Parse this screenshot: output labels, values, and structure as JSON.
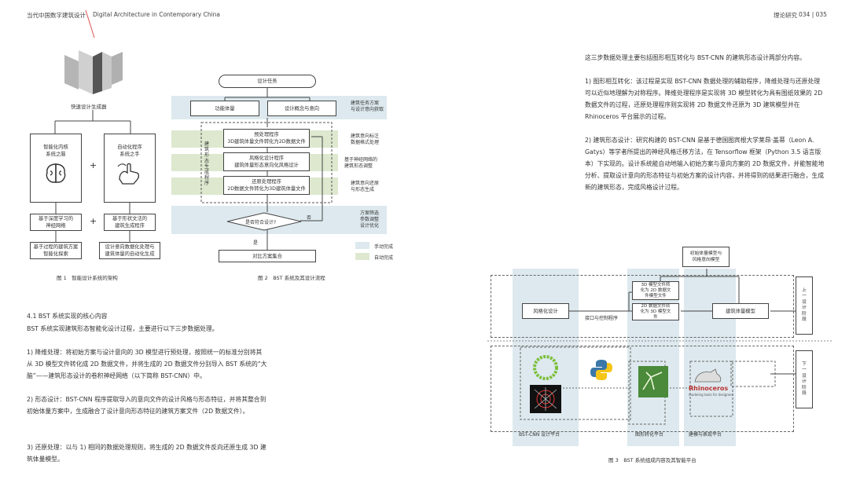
{
  "header": {
    "left_cn": "当代中国数字建筑设计",
    "left_en": "Digital Architecture in Contemporary China",
    "section": "理论研究",
    "page": "034 | 035"
  },
  "fig1": {
    "top_label": "快速设计生成器",
    "box1": "智能化内核\n系统之脑",
    "box2": "自动化程序\n系统之手",
    "box3": "基于深度学习的\n神经网络",
    "box4": "基于形状文法的\n建筑生成程序",
    "box5": "基于过程的建筑方案\n智能化探索",
    "box6": "设计意向数据化处理与\n建筑体量的自动化生成",
    "plus": "+",
    "caption": "图 1　智能设计系统的架构"
  },
  "fig2": {
    "start": "设计任务",
    "b_func": "功能体量",
    "b_concept": "设计概念与意向",
    "pre": "预处理程序\n3D建筑体量文件转化为2D数据文件",
    "style": "风格化设计程序\n建筑体量形态意向化风格设计",
    "post": "还原处理程序\n2D数据文件转化为3D建筑体量文件",
    "vertical": "建\n筑\n形\n态\n生\n成\n程\n序",
    "decision": "是否符合设计?",
    "no": "否",
    "yes": "是",
    "end": "对比方案集合",
    "side1": "建筑任务方案\n与设计意向获取",
    "side2": "建筑意向标注\n数据格式处理",
    "side3": "基于神经网络的\n建筑形态调整",
    "side4": "建筑意向还原\n与形态生成",
    "side5": "方案筛选\n参数调整\n设计优化",
    "legend_manual": "手动完成",
    "legend_auto": "自动完成",
    "caption": "图 2　BST 系统及其设计流程"
  },
  "left_text": {
    "heading": "4.1 BST 系统实现的核心内容",
    "intro": "BST 系统实现建筑形态智能化设计过程，主要进行以下三步数据处理。",
    "p1": "1) 降维处理：将初始方案与设计意向的 3D 模型进行预处理，按照统一的标准分别将其从 3D 模型文件转化成 2D 数据文件，并将生成的 2D 数据文件分别导入 BST 系统的“大脑”——建筑形态设计的卷积神经网络（以下简称 BST-CNN）中。",
    "p2": "2) 形态设计：BST-CNN 程序提取导入的意向文件的设计风格与形态特征，并将其整合到初始体量方案中，生成融合了设计意向形态特征的建筑方案文件（2D 数据文件）。",
    "p3": "3) 还原处理：以与 1) 相同的数据处理规则，将生成的 2D 数据文件反向还原生成 3D 建筑体量模型。"
  },
  "right_text": {
    "intro": "这三步数据处理主要包括图形相互转化与 BST-CNN 的建筑形态设计两部分内容。",
    "p1": "1) 图形相互转化：该过程是实现 BST-CNN 数据处理的辅助程序，降维处理与还原处理可以近似地理解为对称程序。降维处理程序是实现将 3D 模型转化为具有图纸效果的 2D 数据文件的过程，还原处理程序则实现将 2D 数据文件还原为 3D 建筑模型并在 Rhinoceros 平台展示的过程。",
    "p2": "2) 建筑形态设计：研究构建的 BST-CNN 是基于德国图宾根大学莱昂·盖蒂（Leon A. Gatys）等学者所提出的神经风格迁移方法，在 Tensorflow 框架（Python 3.5 语言版本）下实现的。设计系统能自动地输入初始方案与意向方案的 2D 数据文件，并能智能地分析、提取设计意向的形态特征与初始方案的设计内容，并将得到的结果进行融合，生成新的建筑形态，完成风格设计过程。"
  },
  "fig3": {
    "init_model": "初始体量模型与\n风格意向模型",
    "convert_a": "3D 模型文件转\n化为 2D 数据文\n件模型文件",
    "convert_b": "2D 数据文件转\n化为 3D 模型文\n件",
    "style_design": "风格化设计",
    "io": "接口与控制程序",
    "gen_model": "建筑体量模型",
    "upper": "上\n一\n设\n计\n阶\n段",
    "lower": "下\n一\n设\n计\n阶\n段",
    "platform1": "BST-CNN 设计平台",
    "platform2": "图形转化平台",
    "platform3": "建模与表现平台",
    "rhino": "Rhinoceros",
    "rhino_sub": "modeling tools for designers",
    "caption": "图 3　BST 系统组成内容及其智能平台"
  }
}
